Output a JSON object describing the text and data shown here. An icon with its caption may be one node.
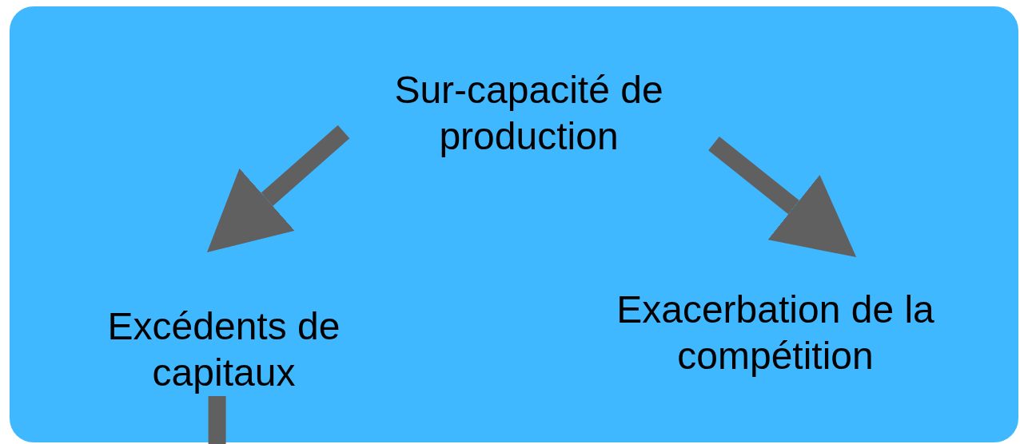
{
  "diagram": {
    "nodes": [
      {
        "text": [],
        "shape": "box"
      },
      {
        "text": [
          "Sur-capacité de production"
        ],
        "in": 0
      },
      {
        "text": [
          "Excédents de capitaux"
        ],
        "in": 0
      },
      {
        "text": [
          "Exacerbation de la compétition"
        ],
        "in": 0
      }
    ],
    "edges": [
      {
        "from": 1,
        "to": 2,
        "arrow": "to"
      },
      {
        "from": 1,
        "to": 3,
        "arrow": "to"
      },
      {
        "from": 2,
        "to": null,
        "arrow": "none"
      }
    ]
  }
}
